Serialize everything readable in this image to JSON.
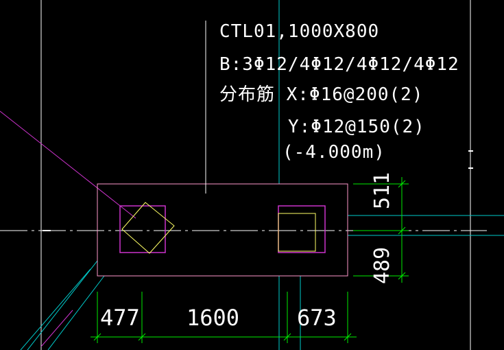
{
  "drawing": {
    "colors": {
      "background": "#000000",
      "annotation_text": "#ffffff",
      "leader": "#ffffff",
      "cap_outline": "#ff99cc",
      "column_outline": "#cc33cc",
      "rotated_column": "#ffff66",
      "dimension": "#00ee00",
      "axis": "#ffffff",
      "beam": "#00cccc",
      "brace": "#cc33cc"
    },
    "annotation": {
      "line1": "CTL01,1000X800",
      "line2": "B:3Φ12/4Φ12/4Φ12/4Φ12",
      "line3": "分布筋 X:Φ16@200(2)",
      "line4": "Y:Φ12@150(2)",
      "line5": "(-4.000m)"
    },
    "dimensions": {
      "bottom": [
        "477",
        "1600",
        "673"
      ],
      "right": [
        "511",
        "489"
      ]
    }
  }
}
